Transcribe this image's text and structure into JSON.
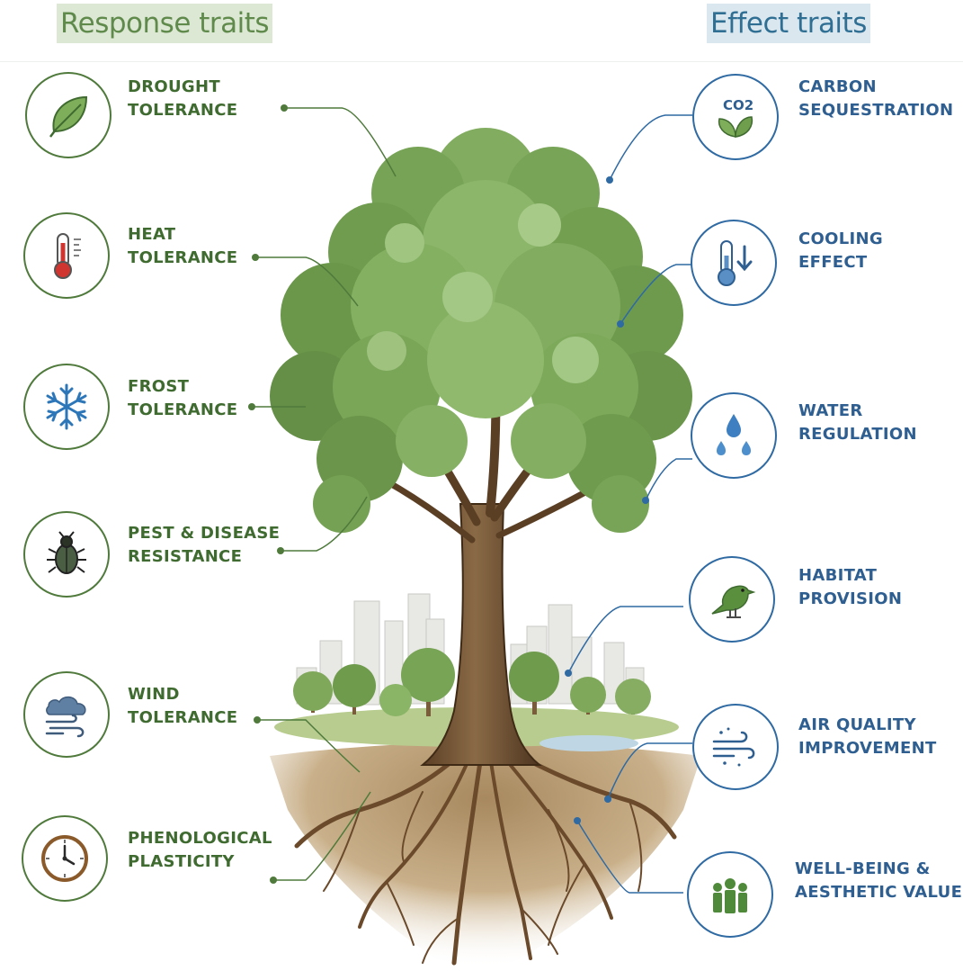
{
  "response_title": "Response traits",
  "effect_title": "Effect traits",
  "response_traits": [
    {
      "label": "DROUGHT\nTOLERANCE",
      "icon": "leaf-icon"
    },
    {
      "label": "HEAT\nTOLERANCE",
      "icon": "thermometer-icon"
    },
    {
      "label": "FROST\nTOLERANCE",
      "icon": "snowflake-icon"
    },
    {
      "label": "PEST & DISEASE\nRESISTANCE",
      "icon": "beetle-icon"
    },
    {
      "label": "WIND\nTOLERANCE",
      "icon": "wind-cloud-icon"
    },
    {
      "label": "PHENOLOGICAL\nPLASTICITY",
      "icon": "clock-icon"
    }
  ],
  "effect_traits": [
    {
      "label": "CARBON\nSEQUESTRATION",
      "icon": "co2-leaf-icon",
      "icon_text": "CO2"
    },
    {
      "label": "COOLING\nEFFECT",
      "icon": "thermometer-down-icon"
    },
    {
      "label": "WATER\nREGULATION",
      "icon": "water-drops-icon"
    },
    {
      "label": "HABITAT\nPROVISION",
      "icon": "bird-icon"
    },
    {
      "label": "AIR QUALITY\nIMPROVEMENT",
      "icon": "air-flow-icon"
    },
    {
      "label": "WELL-BEING &\nAESTHETIC VALUE",
      "icon": "people-icon"
    }
  ],
  "colors": {
    "response_accent": "#4f7a3c",
    "effect_accent": "#2f6aa3",
    "response_title_bg": "#dde8d4",
    "effect_title_bg": "#dbe7ef"
  }
}
